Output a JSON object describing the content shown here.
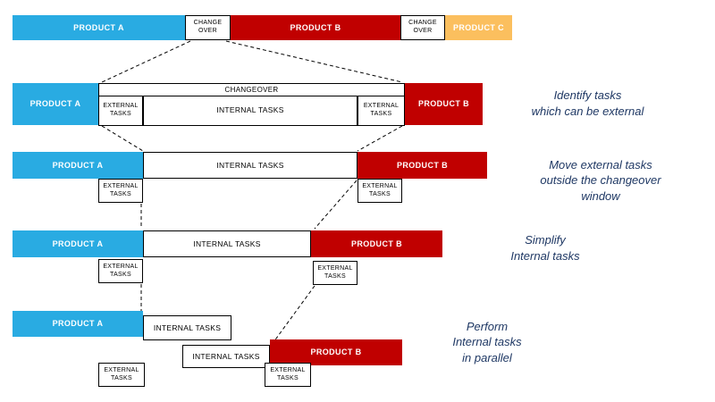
{
  "colors": {
    "product_a_blue": "#29ABE2",
    "product_b_red": "#C00000",
    "product_c_orange": "#FBBF5E",
    "annotation_blue": "#1F3864"
  },
  "row_top": {
    "product_a": "PRODUCT A",
    "changeover_left": "CHANGE\nOVER",
    "product_b": "PRODUCT B",
    "changeover_right": "CHANGE\nOVER",
    "product_c": "PRODUCT C"
  },
  "step_identify": {
    "product_a": "PRODUCT A",
    "changeover_header": "CHANGEOVER",
    "external_left": "EXTERNAL\nTASKS",
    "internal": "INTERNAL TASKS",
    "external_right": "EXTERNAL\nTASKS",
    "product_b": "PRODUCT B",
    "annotation": "Identify tasks\nwhich can be external"
  },
  "step_move": {
    "product_a": "PRODUCT A",
    "internal": "INTERNAL TASKS",
    "product_b": "PRODUCT B",
    "external_left": "EXTERNAL\nTASKS",
    "external_right": "EXTERNAL\nTASKS",
    "annotation": "Move external tasks\noutside the changeover\nwindow"
  },
  "step_simplify": {
    "product_a": "PRODUCT A",
    "internal": "INTERNAL TASKS",
    "product_b": "PRODUCT B",
    "external_left": "EXTERNAL\nTASKS",
    "external_right": "EXTERNAL\nTASKS",
    "annotation": "Simplify\nInternal tasks"
  },
  "step_parallel": {
    "product_a": "PRODUCT A",
    "internal_1": "INTERNAL TASKS",
    "internal_2": "INTERNAL TASKS",
    "product_b": "PRODUCT B",
    "external_left": "EXTERNAL\nTASKS",
    "external_right": "EXTERNAL\nTASKS",
    "annotation": "Perform\nInternal tasks\nin parallel"
  }
}
